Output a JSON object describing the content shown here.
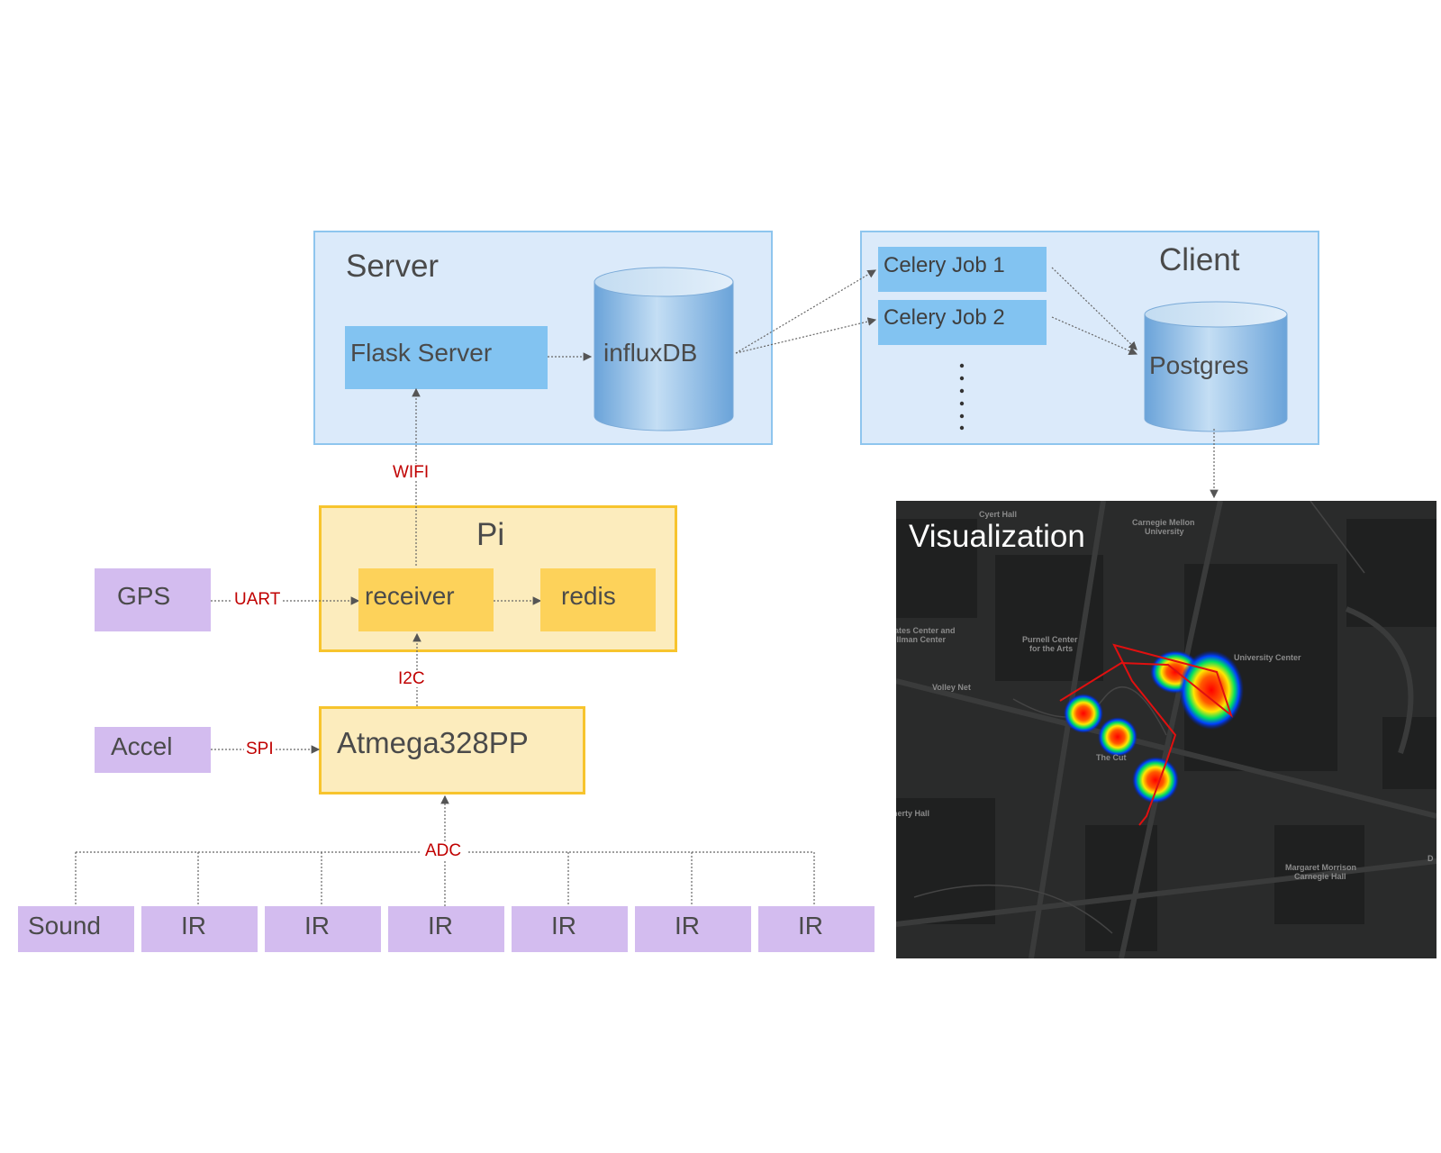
{
  "server": {
    "title": "Server",
    "flask": "Flask Server",
    "influx": "influxDB"
  },
  "client": {
    "title": "Client",
    "job1": "Celery Job 1",
    "job2": "Celery Job 2",
    "postgres": "Postgres"
  },
  "pi": {
    "title": "Pi",
    "receiver": "receiver",
    "redis": "redis"
  },
  "mcu": {
    "label": "Atmega328PP"
  },
  "sensors": {
    "gps": "GPS",
    "accel": "Accel",
    "bottom": [
      "Sound",
      "IR",
      "IR",
      "IR",
      "IR",
      "IR",
      "IR"
    ]
  },
  "links": {
    "wifi": "WIFI",
    "uart": "UART",
    "i2c": "I2C",
    "spi": "SPI",
    "adc": "ADC"
  },
  "visualization": {
    "title": "Visualization",
    "map_labels": [
      "Cyert Hall",
      "Carnegie Mellon",
      "University",
      "ates Center and",
      "illman Center",
      "Purnell Center",
      "for the Arts",
      "University Center",
      "Volley Net",
      "The Cut",
      "herty Hall",
      "Margaret Morrison",
      "Carnegie Hall",
      "D"
    ]
  },
  "colors": {
    "blue_panel": "#dbeafa",
    "blue_box": "#82c3f1",
    "yellow_panel": "#fcecbd",
    "yellow_box": "#fdd25a",
    "purple": "#d3bcef",
    "label_red": "#c00000"
  }
}
